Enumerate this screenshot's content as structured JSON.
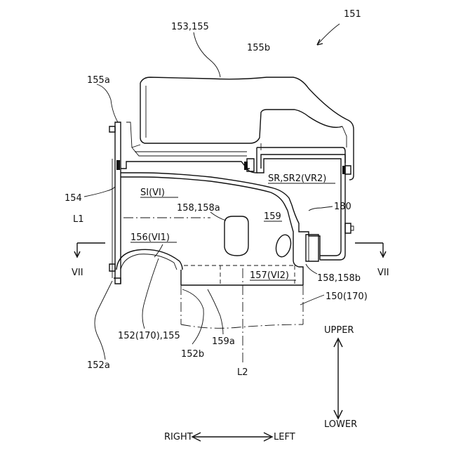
{
  "labels": {
    "fig_ref": "151",
    "top_part": "153,155",
    "top_cover": "155b",
    "flange": "155a",
    "left_wall": "154",
    "region_si": "SI(VI)",
    "axis_l1": "L1",
    "hole_a": "158,158a",
    "region_159": "159",
    "ref_180": "180",
    "region_sr": "SR,SR2(VR2)",
    "opening_156": "156(VI1)",
    "opening_157": "157(VI2)",
    "hole_b": "158,158b",
    "tank": "150(170)",
    "section_left": "VII",
    "section_right": "VII",
    "ref_152": "152(170),155",
    "ref_152b": "152b",
    "ref_159a": "159a",
    "ref_152a": "152a",
    "axis_l2": "L2",
    "dir_upper": "UPPER",
    "dir_lower": "LOWER",
    "dir_right": "RIGHT",
    "dir_left": "LEFT"
  }
}
